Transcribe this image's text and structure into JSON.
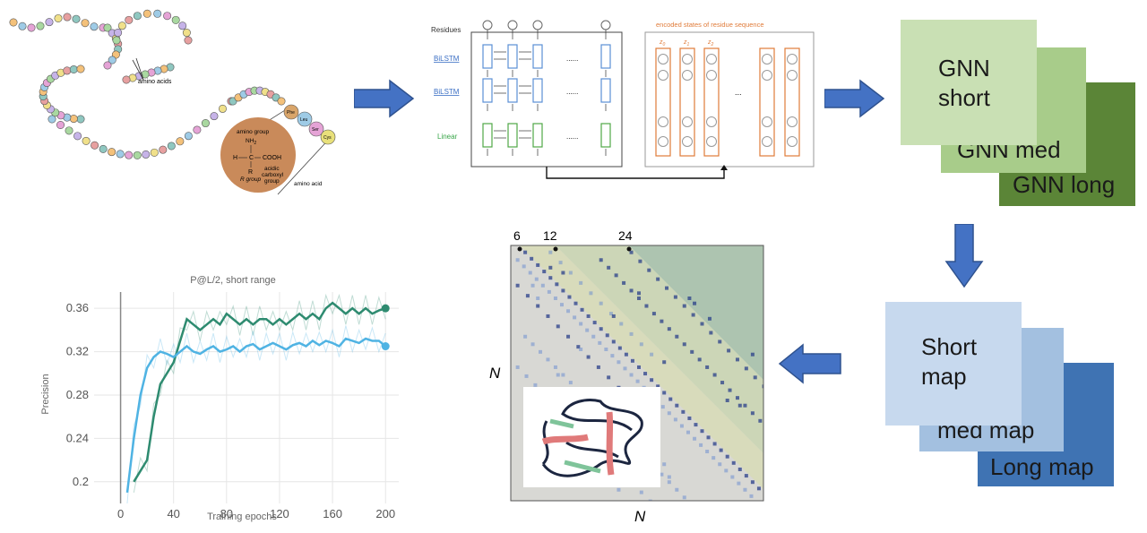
{
  "panel_protein": {
    "amino_acids_label": "amino acids",
    "amino_group": "amino group",
    "nh2": "NH",
    "nh2_sub": "2",
    "h": "H",
    "c": "C",
    "cooh": "COOH",
    "r": "R",
    "acidic": "acidic",
    "carboxyl": "carboxyl",
    "group": "group",
    "r_group": "R group",
    "amino_acid": "amino acid",
    "bead_labels": [
      "Phe",
      "Leu",
      "Ser",
      "Cys"
    ]
  },
  "panel_lstm": {
    "residues_label": "Residues",
    "row_labels": [
      "BiLSTM",
      "BiLSTM",
      "Linear"
    ],
    "dots": "......",
    "encoded_title": "encoded states of residue sequence",
    "z_labels": [
      "z",
      "z",
      "z"
    ],
    "z_subs": [
      "0",
      "1",
      "2"
    ],
    "col_dots": "..."
  },
  "gnn_stack": {
    "labels": [
      "GNN\nshort",
      "GNN med",
      "GNN long"
    ],
    "colors": [
      "#c9e0b4",
      "#a8cc8a",
      "#5b8537"
    ]
  },
  "map_stack": {
    "labels": [
      "Short\nmap",
      "med map",
      "Long map"
    ],
    "colors": [
      "#c7d9ee",
      "#a3c0e0",
      "#3f73b3"
    ]
  },
  "contact_map": {
    "top_ticks": [
      "6",
      "12",
      "24"
    ],
    "left_axis": "N",
    "bottom_axis": "N"
  },
  "chart_data": {
    "type": "line",
    "title": "P@L/2, short range",
    "xlabel": "Training epochs",
    "ylabel": "Precision",
    "xlim": [
      -20,
      210
    ],
    "ylim": [
      0.18,
      0.375
    ],
    "xticks": [
      "0",
      "40",
      "80",
      "120",
      "160",
      "200"
    ],
    "yticks": [
      "0.2",
      "0.24",
      "0.28",
      "0.32",
      "0.36"
    ],
    "grid": true,
    "series": [
      {
        "color": "#2e8b70",
        "x": [
          10,
          15,
          20,
          25,
          30,
          35,
          40,
          45,
          50,
          55,
          60,
          65,
          70,
          75,
          80,
          85,
          90,
          95,
          100,
          105,
          110,
          115,
          120,
          125,
          130,
          135,
          140,
          145,
          150,
          155,
          160,
          165,
          170,
          175,
          180,
          185,
          190,
          195,
          200
        ],
        "y": [
          0.2,
          0.21,
          0.22,
          0.26,
          0.29,
          0.3,
          0.31,
          0.33,
          0.35,
          0.345,
          0.34,
          0.345,
          0.35,
          0.345,
          0.355,
          0.35,
          0.345,
          0.35,
          0.345,
          0.35,
          0.35,
          0.345,
          0.35,
          0.345,
          0.35,
          0.355,
          0.35,
          0.355,
          0.35,
          0.36,
          0.365,
          0.36,
          0.355,
          0.36,
          0.355,
          0.36,
          0.355,
          0.358,
          0.36
        ]
      },
      {
        "color": "#4fb3e3",
        "x": [
          5,
          10,
          15,
          20,
          25,
          30,
          35,
          40,
          45,
          50,
          55,
          60,
          65,
          70,
          75,
          80,
          85,
          90,
          95,
          100,
          105,
          110,
          115,
          120,
          125,
          130,
          135,
          140,
          145,
          150,
          155,
          160,
          165,
          170,
          175,
          180,
          185,
          190,
          195,
          200
        ],
        "y": [
          0.19,
          0.24,
          0.28,
          0.305,
          0.315,
          0.32,
          0.318,
          0.315,
          0.32,
          0.325,
          0.32,
          0.318,
          0.322,
          0.325,
          0.32,
          0.322,
          0.325,
          0.32,
          0.325,
          0.327,
          0.322,
          0.325,
          0.328,
          0.325,
          0.322,
          0.326,
          0.328,
          0.325,
          0.33,
          0.326,
          0.33,
          0.328,
          0.325,
          0.332,
          0.33,
          0.328,
          0.332,
          0.33,
          0.33,
          0.325
        ]
      }
    ]
  }
}
